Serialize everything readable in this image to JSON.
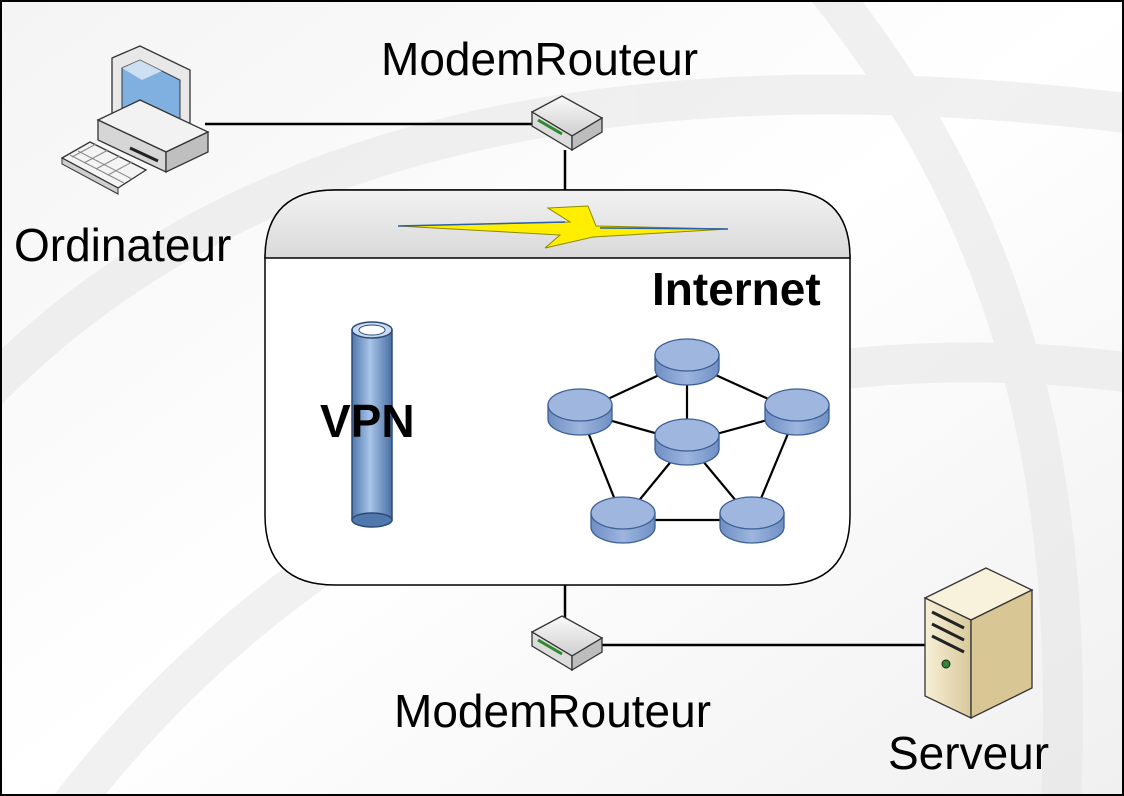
{
  "diagram": {
    "title_top_router": "ModemRouteur",
    "title_bottom_router": "ModemRouteur",
    "computer_label": "Ordinateur",
    "server_label": "Serveur",
    "internet_label": "Internet",
    "vpn_label": "VPN"
  },
  "colors": {
    "node_fill": "#9fb6de",
    "node_stroke": "#3c5f95",
    "tube_fill": "#7ea6d6",
    "bolt_fill": "#ffee00",
    "line": "#000000"
  }
}
